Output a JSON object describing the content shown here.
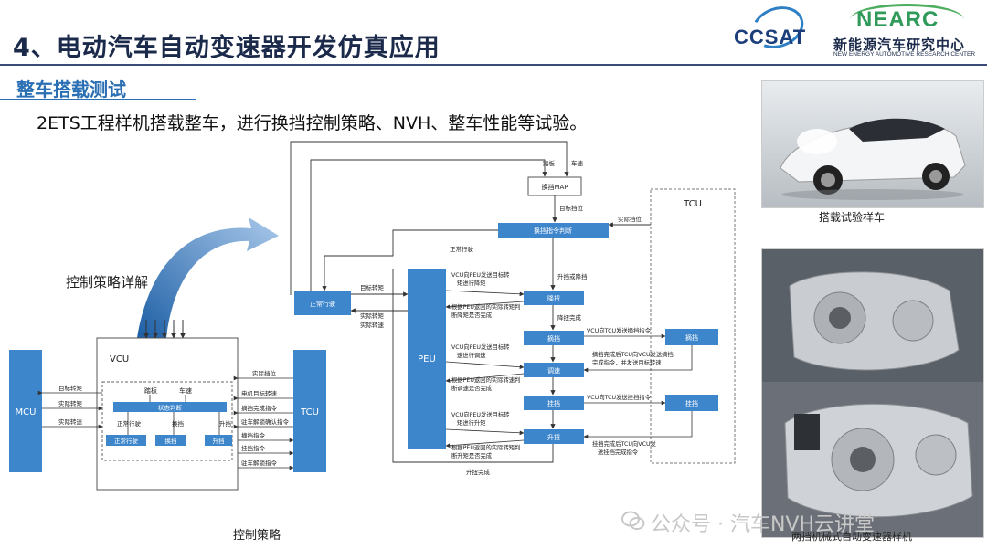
{
  "slide": {
    "title": "4、电动汽车自动变速器开发仿真应用",
    "section": "整车搭载测试",
    "intro": "2ETS工程样机搭载整车，进行换挡控制策略、NVH、整车性能等试验。"
  },
  "logos": {
    "ccsat": "CCSAT",
    "nearc": "NEARC",
    "nearc_cn": "新能源汽车研究中心",
    "nearc_en": "NEW ENERGY AUTOMOTIVE RESEARCH CENTER"
  },
  "left_diagram": {
    "strategy_label": "控制策略详解",
    "bottom_caption": "控制策略",
    "mcu": "MCU",
    "tcu": "TCU",
    "vcu": "VCU",
    "state_judge": "状态判断",
    "inputs": {
      "pedal": "踏板",
      "speed": "车速"
    },
    "mode_labels": {
      "normal": "正常行驶",
      "shift": "换挡",
      "up": "升挡"
    },
    "blocks": {
      "normal": "正常行驶",
      "shift": "换挡",
      "up": "升挡"
    },
    "mcu_signals": [
      "目标转矩",
      "实际转矩",
      "实际转速"
    ],
    "tcu_signals": [
      "实际挡位",
      "电机目标转速",
      "摘挡完成指令",
      "驻车解锁确认指令",
      "摘挡指令",
      "挂挡指令",
      "驻车解锁指令"
    ]
  },
  "flow": {
    "tcu": "TCU",
    "peu": "PEU",
    "pedal": "踏板",
    "speed": "车速",
    "map": "换挡MAP",
    "target_gear": "目标挡位",
    "actual_gear": "实际挡位",
    "shift_judge": "换挡指令判断",
    "normal_drive": "正常行驶",
    "normal_drive_label": "正常行驶",
    "target_torque": "目标转矩",
    "actual_torque": "实际转矩",
    "actual_speed": "实际转速",
    "up_down": "升挡或降挡",
    "steps": [
      "降扭",
      "摘挡",
      "调速",
      "挂挡",
      "升扭"
    ],
    "torque_down_done": "降扭完成",
    "torque_up_done": "升扭完成",
    "peu_msgs": [
      "VCU向PEU发送目标转矩进行降矩",
      "根据PEU返回的实际转矩判断降矩是否完成",
      "VCU向PEU发送目标转速进行调速",
      "根据PEU返回的实际转速判断调速是否完成",
      "VCU向PEU发送目标转矩进行升矩",
      "根据PEU返回的实际转矩判断升矩是否完成"
    ],
    "tcu_msgs": [
      "VCU向TCU发送摘挡指令",
      "摘挡完成后TCU向VCU发送摘挡完成指令，并发送目标转速",
      "VCU向TCU发送挂挡指令",
      "挂挡完成后TCU向VCU发送挂挡完成指令"
    ],
    "tcu_blocks": [
      "摘挡",
      "挂挡"
    ]
  },
  "photos": {
    "car_caption": "搭载试验样车",
    "gearbox_caption": "两挡机械式自动变速器样机"
  },
  "watermark": "公众号 · 汽车NVH云讲堂"
}
